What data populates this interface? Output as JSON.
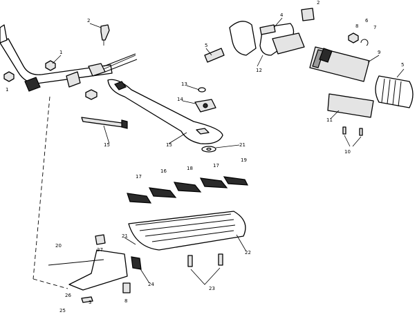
{
  "callouts": {
    "c1a": "1",
    "c1b": "1",
    "c2a": "2",
    "c2b": "2",
    "c3": "3",
    "c4": "4",
    "c5a": "5",
    "c5b": "5",
    "c6": "6",
    "c7": "7",
    "c8a": "8",
    "c8b": "8",
    "c9": "9",
    "c10": "10",
    "c11": "11",
    "c12": "12",
    "c13": "13",
    "c14": "14",
    "c15a": "15",
    "c15b": "15",
    "c16": "16",
    "c17a": "17",
    "c17b": "17",
    "c18": "18",
    "c19": "19",
    "c20": "20",
    "c21a": "21",
    "c21b": "21",
    "c22": "22",
    "c23": "23",
    "c24": "24",
    "c25": "25",
    "c26": "26",
    "c27": "27"
  }
}
